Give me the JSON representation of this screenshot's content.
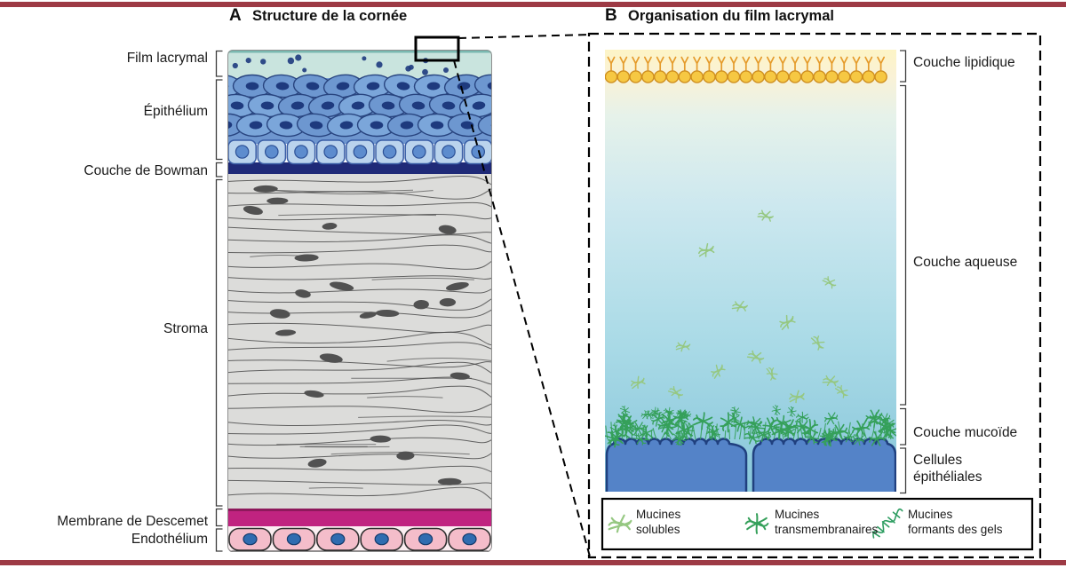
{
  "figure": {
    "bar_color": "#9d3a45"
  },
  "panel_a": {
    "letter": "A",
    "title": "Structure de la cornée",
    "labels": {
      "film": "Film lacrymal",
      "epithelium": "Épithélium",
      "bowman": "Couche de Bowman",
      "stroma": "Stroma",
      "descemet": "Membrane de Descemet",
      "endothelium": "Endothélium"
    }
  },
  "panel_b": {
    "letter": "B",
    "title": "Organisation du film lacrymal",
    "labels": {
      "lipid": "Couche lipidique",
      "aqueous": "Couche aqueuse",
      "mucoid": "Couche mucoïde",
      "epithelial": "Cellules épithéliales"
    },
    "legend": [
      {
        "line1": "Mucines",
        "line2": "solubles"
      },
      {
        "line1": "Mucines",
        "line2": "transmembranaires"
      },
      {
        "line1": "Mucines",
        "line2": "formants des gels"
      }
    ]
  },
  "colors": {
    "maroon_bar": "#9d3a45",
    "film_teal": "#c9e4de",
    "film_edge": "#79b8b0",
    "epithelium_fill": "#6e96cf",
    "wing_cell_a": "#7ba6da",
    "wing_cell_b": "#6d97d0",
    "cell_outline": "#28447f",
    "nucleus_navy": "#1e3a7e",
    "basal_fill": "#bad3ed",
    "basal_outline": "#3a5ea6",
    "basal_nucleus": "#5d8cce",
    "bowman_navy": "#1f2a78",
    "stroma_bg": "#dcdcda",
    "stroma_line": "#424242",
    "stroma_nucleus": "#515151",
    "descemet_magenta": "#c02380",
    "descemet_edge": "#8e195c",
    "endo_bg": "#fbeef1",
    "endo_cell": "#f4bdca",
    "endo_outline": "#2f2f2f",
    "endo_nucleus": "#2f6cb0",
    "lipid_head": "#f6c843",
    "lipid_head_outline": "#cf8f1f",
    "lipid_tail": "#e59b2b",
    "mucin_soluble": "#96c882",
    "mucin_transmembrane": "#35a05a",
    "mucin_gel": "#2f9e62",
    "b_cell_fill": "#5483c8",
    "b_cell_outline": "#20407f"
  }
}
